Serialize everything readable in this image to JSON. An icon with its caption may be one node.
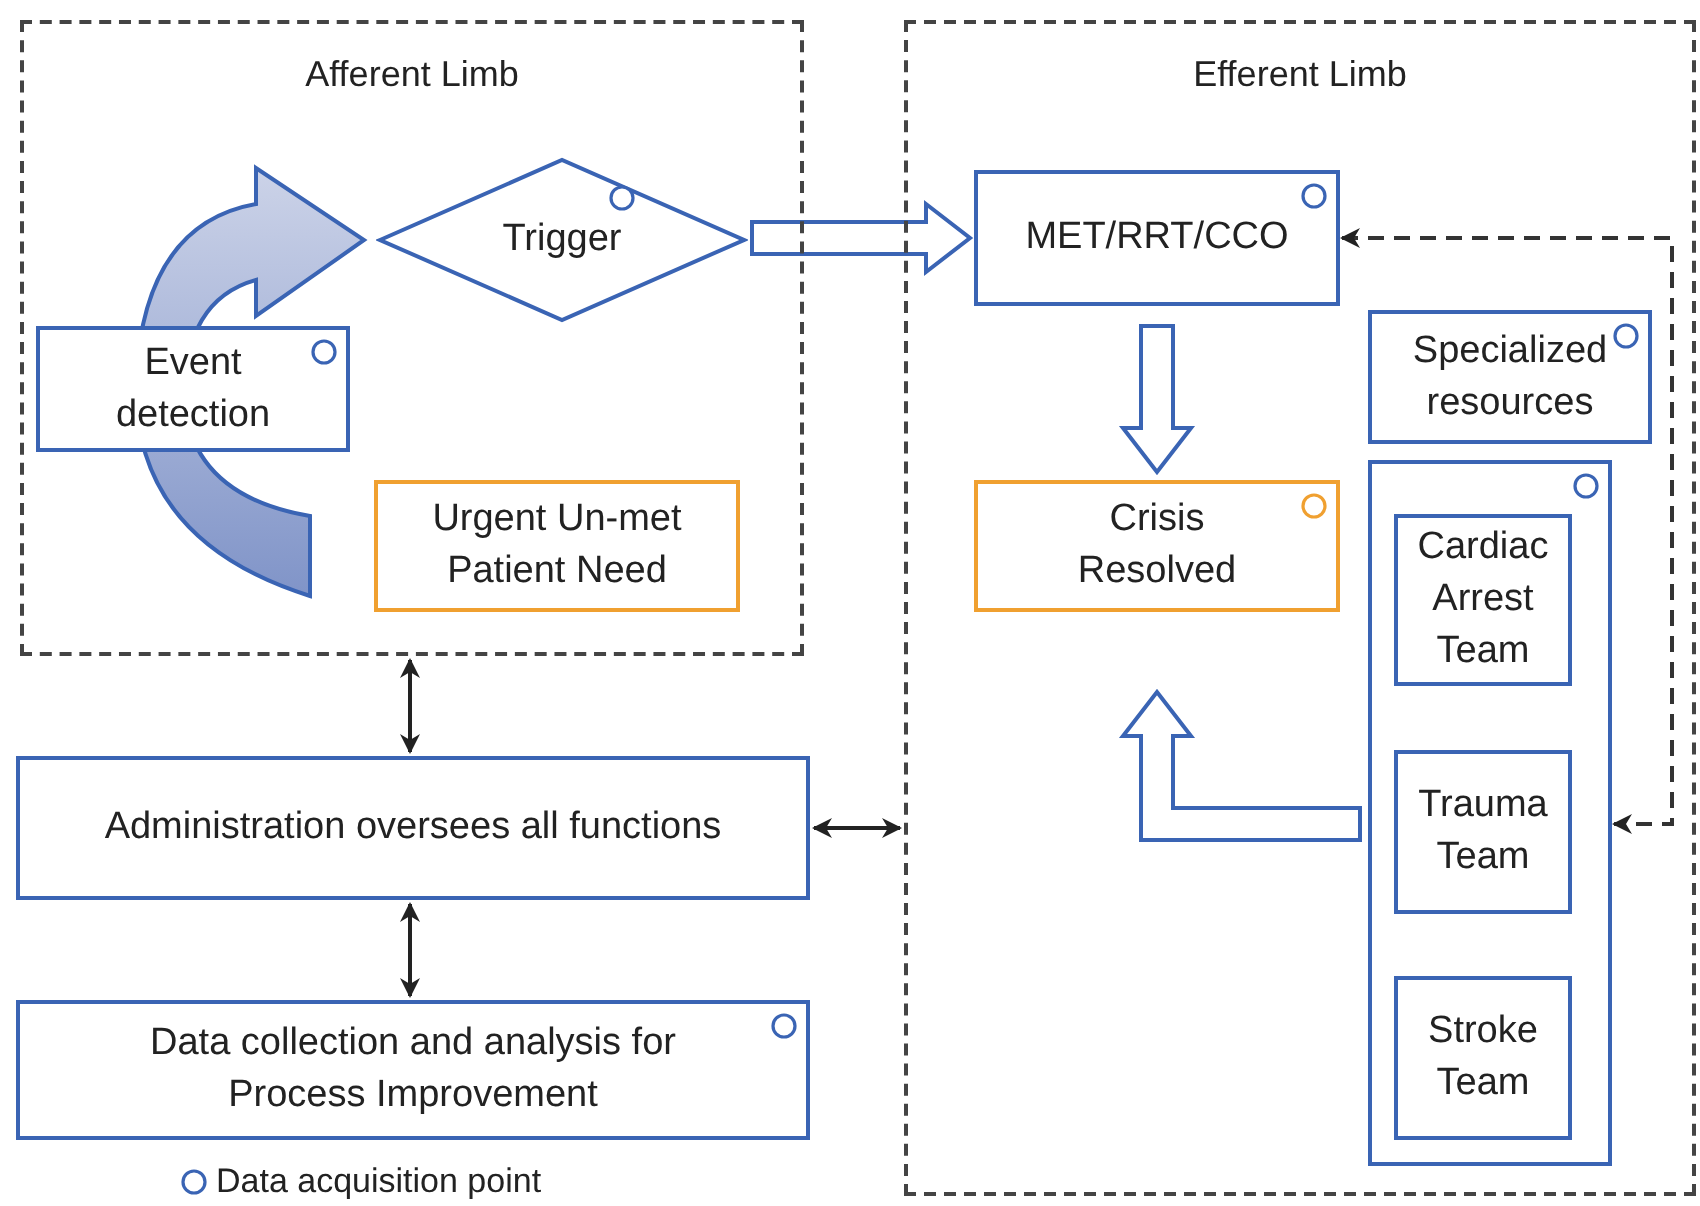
{
  "diagram": {
    "nodes": [
      {
        "text": [
          "Afferent Limb"
        ]
      },
      {
        "text": [
          "Trigger"
        ],
        "in": 0
      },
      {
        "text": [
          "Event detection"
        ],
        "in": 0
      },
      {
        "text": [
          "Urgent Un-met Patient Need"
        ],
        "in": 0
      },
      {
        "text": [
          "Efferent Limb"
        ]
      },
      {
        "text": [
          "MET/RRT/CCO"
        ],
        "in": 4
      },
      {
        "text": [
          "Specialized resources"
        ],
        "in": 4
      },
      {
        "text": [
          "Crisis Resolved"
        ],
        "in": 4
      },
      {
        "text": [],
        "shape": "box",
        "in": 4
      },
      {
        "text": [
          "Cardiac Arrest Team"
        ],
        "in": 8
      },
      {
        "text": [
          "Trauma Team"
        ],
        "in": 8
      },
      {
        "text": [
          "Stroke Team"
        ],
        "in": 8
      },
      {
        "text": [
          "Administration oversees all functions"
        ]
      },
      {
        "text": [
          "Data collection and analysis for Process Improvement"
        ]
      }
    ],
    "edges": [
      {
        "from": null,
        "to": 1,
        "arrow": "to",
        "style": "thick"
      },
      {
        "from": 1,
        "to": 5,
        "arrow": "to",
        "style": "thick"
      },
      {
        "from": 5,
        "to": 7,
        "arrow": "to",
        "style": "thick"
      },
      {
        "from": 8,
        "to": 7,
        "arrow": "to",
        "style": "thick"
      },
      {
        "from": 5,
        "to": 8,
        "arrow": "both",
        "style": "dashed"
      },
      {
        "from": 0,
        "to": 12,
        "arrow": "both"
      },
      {
        "from": 12,
        "to": 4,
        "arrow": "both"
      },
      {
        "from": 12,
        "to": 13,
        "arrow": "both"
      }
    ],
    "legend": [
      {
        "text": "Data acquisition point"
      }
    ]
  }
}
